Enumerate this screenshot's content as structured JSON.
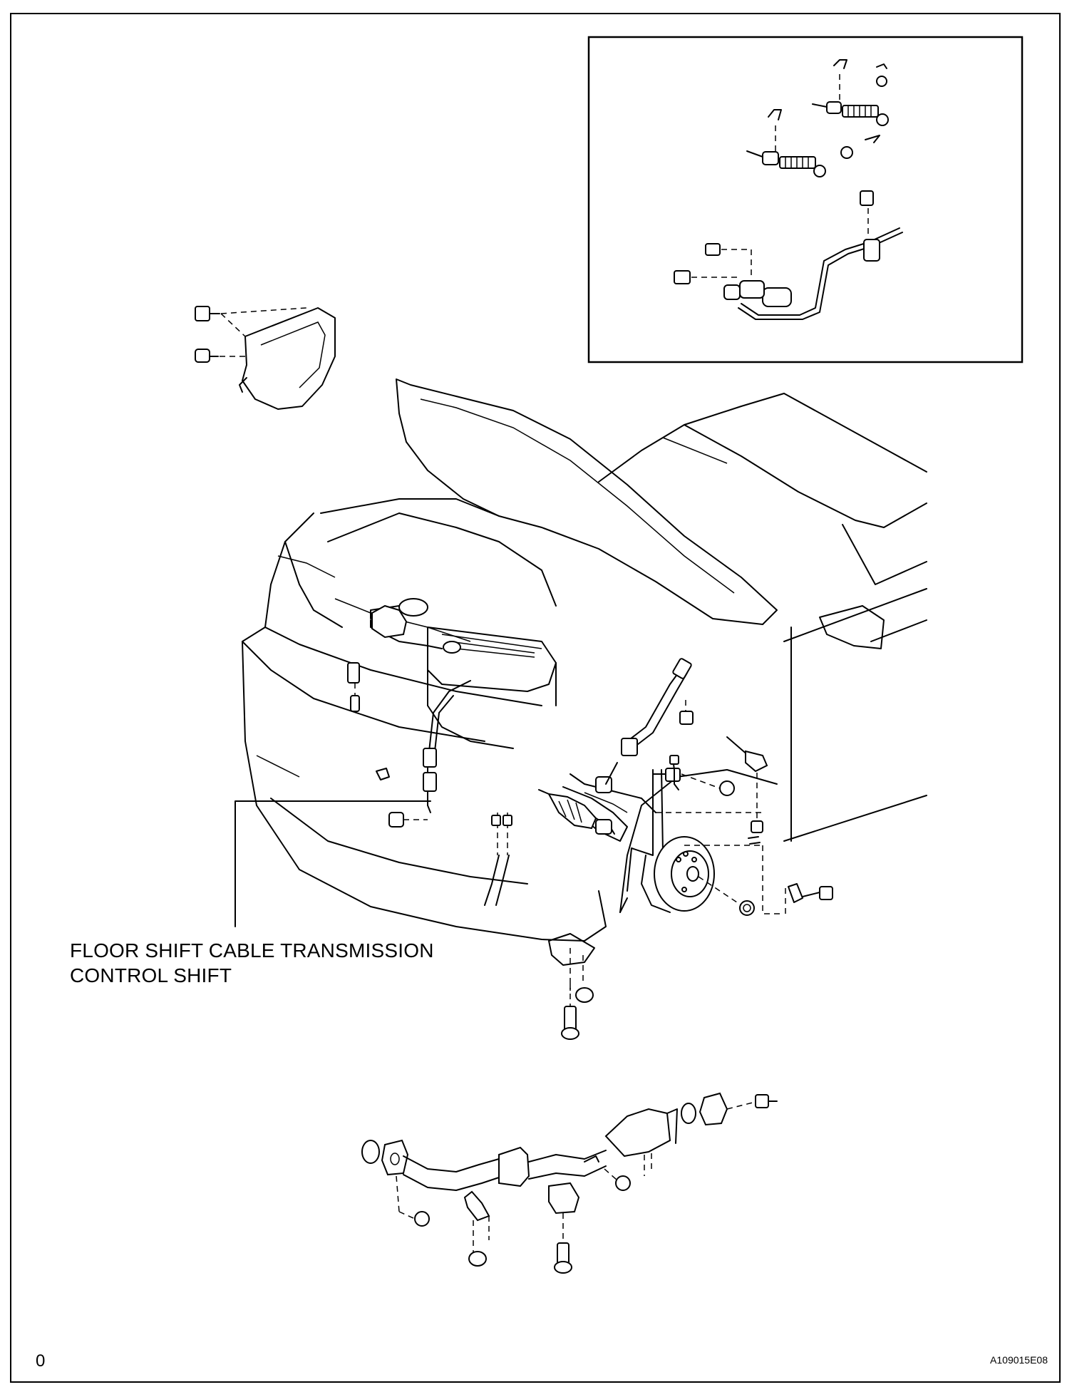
{
  "callout": {
    "line1": "FLOOR SHIFT CABLE TRANSMISSION",
    "line2": "CONTROL SHIFT"
  },
  "page_marker": "0",
  "figure_id": "A109015E08"
}
